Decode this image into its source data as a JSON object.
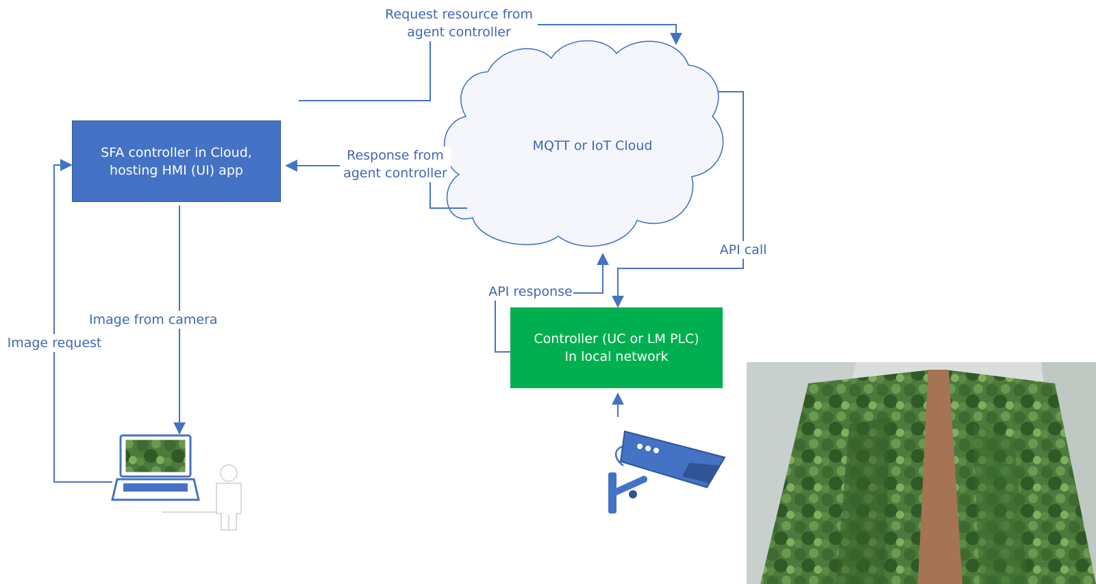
{
  "sfa_controller": {
    "line1": "SFA controller in Cloud,",
    "line2": "hosting HMI (UI) app"
  },
  "cloud": {
    "label": "MQTT or IoT Cloud"
  },
  "local_controller": {
    "line1": "Controller (UC or LM PLC)",
    "line2": "In local network"
  },
  "edges": {
    "request_resource": {
      "line1": "Request resource from",
      "line2": "agent controller"
    },
    "response_from": {
      "line1": "Response from",
      "line2": "agent controller"
    },
    "api_call": "API call",
    "api_response": "API response",
    "image_from_camera": "Image from camera",
    "image_request": "Image request"
  },
  "icons": [
    "laptop-icon",
    "user-icon",
    "security-camera-icon",
    "cloud-icon"
  ],
  "colors": {
    "accent_blue": "#4472c4",
    "controller_green": "#00b050",
    "line_blue": "#4472c4"
  }
}
